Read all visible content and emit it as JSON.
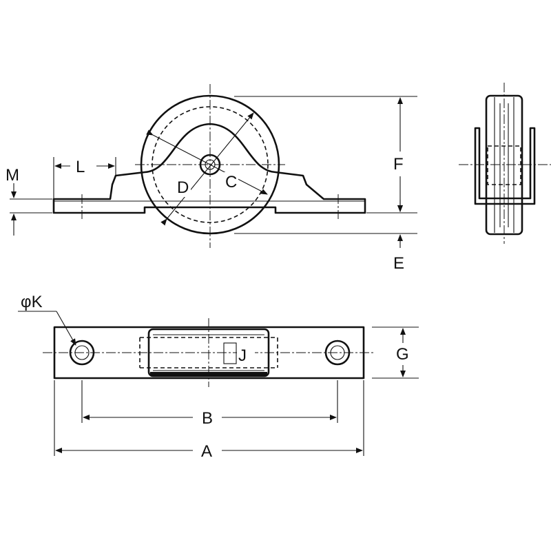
{
  "labels": {
    "A": "A",
    "B": "B",
    "C": "C",
    "D": "D",
    "E": "E",
    "F": "F",
    "G": "G",
    "J": "J",
    "K": "φK",
    "L": "L",
    "M": "M"
  }
}
